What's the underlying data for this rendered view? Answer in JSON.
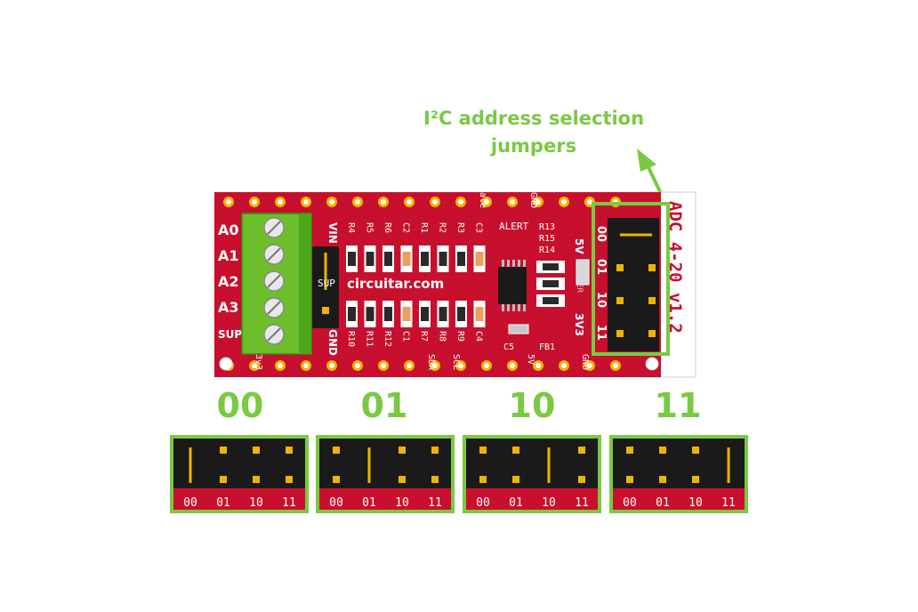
{
  "callout": {
    "line1": "I²C address selection",
    "line2": "jumpers"
  },
  "colors": {
    "accent_green": "#7ac943",
    "pcb_red": "#c8102e",
    "header_black": "#1a1a1a",
    "pad_gold": "#f0b400"
  },
  "board": {
    "website": "circuitar.com",
    "vertical_label": "ADC 4-20 v1.2",
    "analog_labels": [
      "A0",
      "A1",
      "A2",
      "A3",
      "SUP"
    ],
    "jumper_codes": [
      "00",
      "01",
      "10",
      "11"
    ],
    "header_labels": {
      "vin": "VIN",
      "sup": "SUP",
      "gnd": "GND"
    },
    "voltage_labels": [
      "5V",
      "3V3"
    ],
    "power_label": "POWER",
    "alert_label": "ALERT",
    "top_resistors": [
      "R4",
      "R5",
      "R6",
      "C2",
      "R1",
      "R2",
      "R3",
      "C3"
    ],
    "bottom_resistors": [
      "R10",
      "R11",
      "R12",
      "C1",
      "R7",
      "R8",
      "R9",
      "C4"
    ],
    "right_parts": [
      "R13",
      "R15",
      "R14"
    ],
    "misc_parts": [
      "C5",
      "FB1"
    ],
    "top_edge_labels": [
      "ale",
      "GND"
    ],
    "bottom_edge_labels": [
      "3v3",
      "SDA",
      "SCL",
      "5V",
      "GND"
    ]
  },
  "jumper_configs": [
    {
      "code": "00",
      "closed_index": 0,
      "labels": [
        "00",
        "01",
        "10",
        "11"
      ]
    },
    {
      "code": "01",
      "closed_index": 1,
      "labels": [
        "00",
        "01",
        "10",
        "11"
      ]
    },
    {
      "code": "10",
      "closed_index": 2,
      "labels": [
        "00",
        "01",
        "10",
        "11"
      ]
    },
    {
      "code": "11",
      "closed_index": 3,
      "labels": [
        "00",
        "01",
        "10",
        "11"
      ]
    }
  ]
}
